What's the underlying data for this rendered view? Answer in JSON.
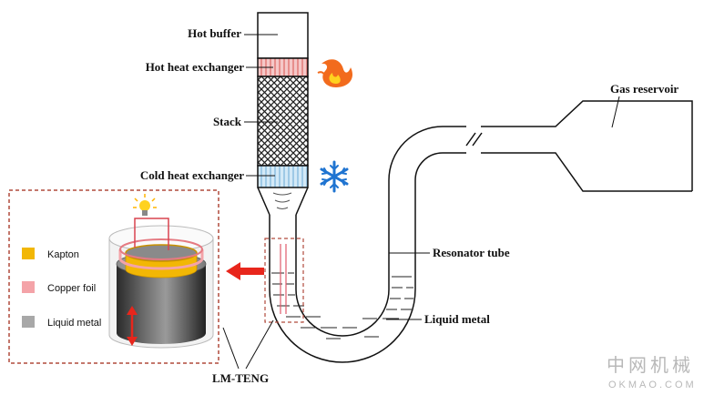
{
  "labels": {
    "hot_buffer": "Hot buffer",
    "hot_heat_exchanger": "Hot heat exchanger",
    "stack": "Stack",
    "cold_heat_exchanger": "Cold heat exchanger",
    "gas_reservoir": "Gas reservoir",
    "resonator_tube": "Resonator tube",
    "liquid_metal": "Liquid metal",
    "lm_teng": "LM-TENG"
  },
  "legend": {
    "items": [
      {
        "label": "Kapton",
        "color": "#f2b705"
      },
      {
        "label": "Copper foil",
        "color": "#f4a3a8"
      },
      {
        "label": "Liquid metal",
        "color": "#a8a8a8"
      }
    ]
  },
  "watermark": {
    "chinese": "中网机械",
    "url": "OKMAO.COM"
  },
  "colors": {
    "hot_exchanger": "#f5c8c8",
    "hot_exchanger_lines": "#d9534f",
    "cold_exchanger": "#d3e9f7",
    "cold_exchanger_lines": "#6aa9d6",
    "arrow": "#e8261c",
    "dashed_box": "#b04a3c",
    "flame": "#f26b1d",
    "snowflake": "#1f74d1"
  },
  "icons": [
    "flame-icon",
    "snowflake-icon",
    "lightbulb-icon",
    "double-arrow-icon",
    "left-arrow-icon"
  ]
}
